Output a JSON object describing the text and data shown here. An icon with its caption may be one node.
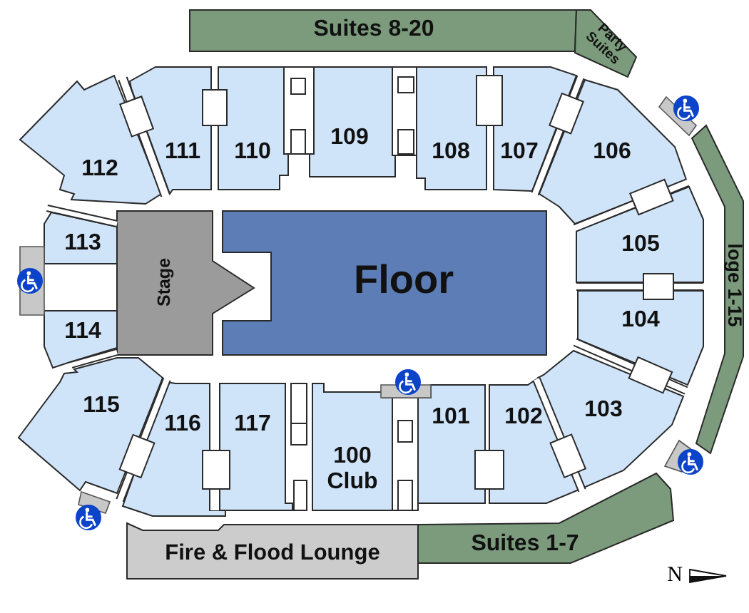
{
  "diagram": {
    "nodes": [
      {
        "text": [
          "Suites 8-20"
        ]
      },
      {
        "text": [
          "Party Suites"
        ]
      },
      {
        "text": [
          "112"
        ]
      },
      {
        "text": [
          "111"
        ]
      },
      {
        "text": [
          "110"
        ]
      },
      {
        "text": [
          "109"
        ]
      },
      {
        "text": [
          "108"
        ]
      },
      {
        "text": [
          "107"
        ]
      },
      {
        "text": [
          "106"
        ]
      },
      {
        "text": [
          "loge 1-15"
        ]
      },
      {
        "text": [
          "113"
        ]
      },
      {
        "text": [
          "Stage"
        ]
      },
      {
        "text": [
          "Floor"
        ]
      },
      {
        "text": [
          "105"
        ]
      },
      {
        "text": [
          "104"
        ]
      },
      {
        "text": [
          "114"
        ]
      },
      {
        "text": [
          "115"
        ]
      },
      {
        "text": [
          "116"
        ]
      },
      {
        "text": [
          "117"
        ]
      },
      {
        "text": [
          "100 Club"
        ]
      },
      {
        "text": [
          "101"
        ]
      },
      {
        "text": [
          "102"
        ]
      },
      {
        "text": [
          "103"
        ]
      },
      {
        "text": [
          "Fire & Flood Lounge"
        ]
      },
      {
        "text": [
          "Suites 1-7"
        ]
      }
    ],
    "labels": [
      "N"
    ]
  }
}
